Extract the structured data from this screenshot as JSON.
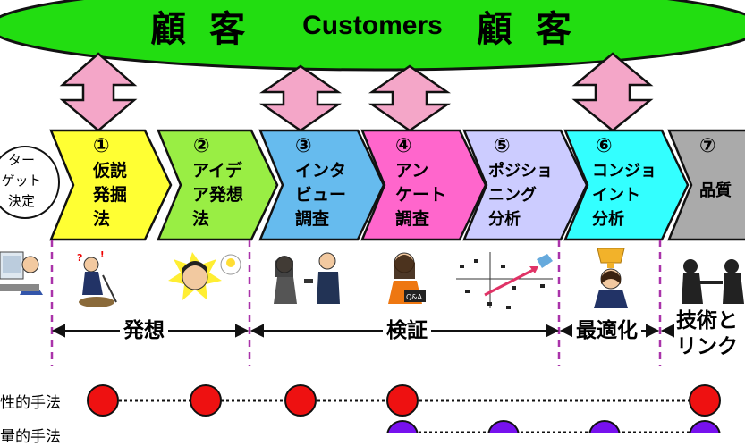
{
  "banner": {
    "left_kanji": "顧客",
    "english": "Customers",
    "right_kanji": "顧客",
    "fill_color": "#22dd11"
  },
  "target_decision": "ター\nゲット\n決定",
  "steps": [
    {
      "num": "①",
      "label": "仮説\n発掘\n法",
      "color": "#ffff33"
    },
    {
      "num": "②",
      "label": "アイデ\nア発想\n法",
      "color": "#99ee44"
    },
    {
      "num": "③",
      "label": "インタ\nビュー\n調査",
      "color": "#66bbee"
    },
    {
      "num": "④",
      "label": "アン\nケート\n調査",
      "color": "#ff66cc"
    },
    {
      "num": "⑤",
      "label": "ポジショ\nニング\n分析",
      "color": "#ccccff"
    },
    {
      "num": "⑥",
      "label": "コンジョ\nイント\n分析",
      "color": "#33ffff"
    },
    {
      "num": "⑦",
      "label": "品質",
      "color": "#aaaaaa"
    }
  ],
  "phases": {
    "ideation": "発想",
    "verification": "検証",
    "optimization": "最適化",
    "tech_link": "技術と\nリンク"
  },
  "rows": {
    "qualitative": "性的手法",
    "quantitative": "量的手法"
  },
  "colors": {
    "arrow_pink": "#f4a6c8",
    "dashed_line": "#aa33aa",
    "qual_dot": "#ee1111",
    "quant_dot": "#7711ee"
  }
}
